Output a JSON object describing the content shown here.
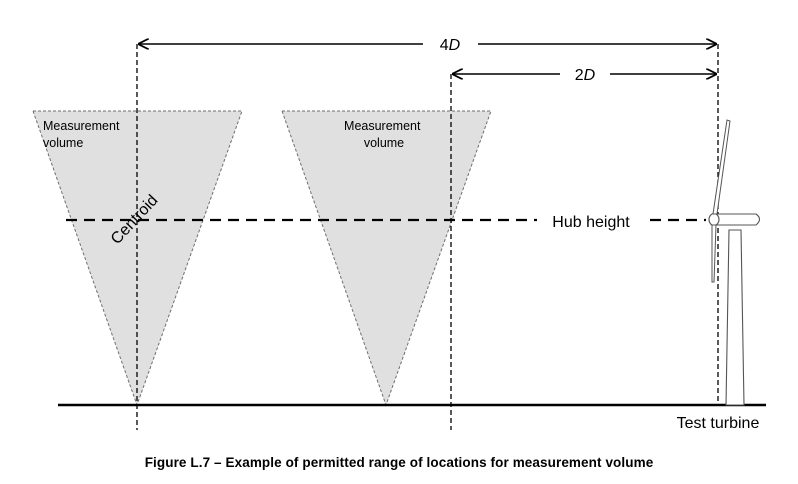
{
  "dimensions": {
    "four_d_number": "4",
    "four_d_symbol": "D",
    "two_d_number": "2",
    "two_d_symbol": "D"
  },
  "labels": {
    "measurement_volume_left": [
      "Measurement",
      "volume"
    ],
    "measurement_volume_right": [
      "Measurement",
      "volume"
    ],
    "centroid": "Centroid",
    "hub_height": "Hub height",
    "test_turbine": "Test turbine"
  },
  "caption": "Figure L.7 – Example of permitted range of locations for measurement volume",
  "colors": {
    "cone_fill": "#e0e0e0",
    "line": "#000000"
  }
}
